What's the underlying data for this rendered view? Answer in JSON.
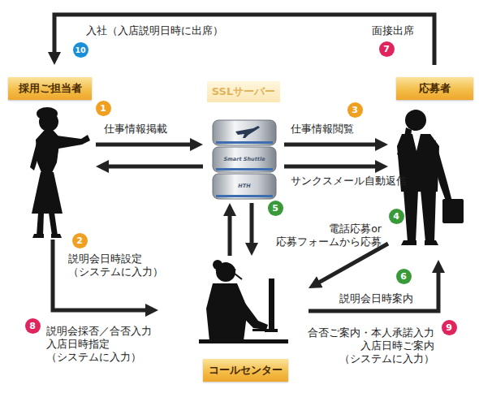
{
  "diagram": {
    "nodes": [
      {
        "text": [
          "採用ご担当者"
        ]
      },
      {
        "text": [
          "SSLサーバー"
        ]
      },
      {
        "text": [
          "応募者"
        ]
      },
      {
        "text": [
          "コールセンター"
        ]
      }
    ],
    "edges": [
      {
        "from": 0,
        "to": 1,
        "arrow": "to",
        "label": "仕事情報掲載"
      },
      {
        "from": 1,
        "to": 0,
        "arrow": "to"
      },
      {
        "from": 1,
        "to": 2,
        "arrow": "to",
        "label": "仕事情報閲覧"
      },
      {
        "from": 1,
        "to": 2,
        "arrow": "to",
        "label": "サンクスメール自動返信"
      },
      {
        "from": 1,
        "to": 3,
        "arrow": "to"
      },
      {
        "from": 3,
        "to": 1,
        "arrow": "to"
      },
      {
        "from": 2,
        "to": 3,
        "arrow": "to",
        "label": "電話応募or 応募フォームから応募"
      },
      {
        "from": 3,
        "to": 2,
        "arrow": "to",
        "label": "説明会日時案内"
      },
      {
        "from": 0,
        "to": 3,
        "arrow": "to",
        "label": "説明会日時設定 （システムに入力）"
      },
      {
        "from": 2,
        "to": 0,
        "arrow": "to",
        "label": "入社（入店説明日時に出席）"
      }
    ],
    "labels": [
      "10",
      "面接出席",
      "7",
      "1",
      "3",
      "Smart Shuttle",
      "HTH",
      "5",
      "4",
      "2",
      "6",
      "8",
      "説明会採否／合否入力 入店日時指定 （システムに入力）",
      "9",
      "合否ご案内・本人承諾入力 入店日時ご案内 （システムに入力）"
    ]
  }
}
